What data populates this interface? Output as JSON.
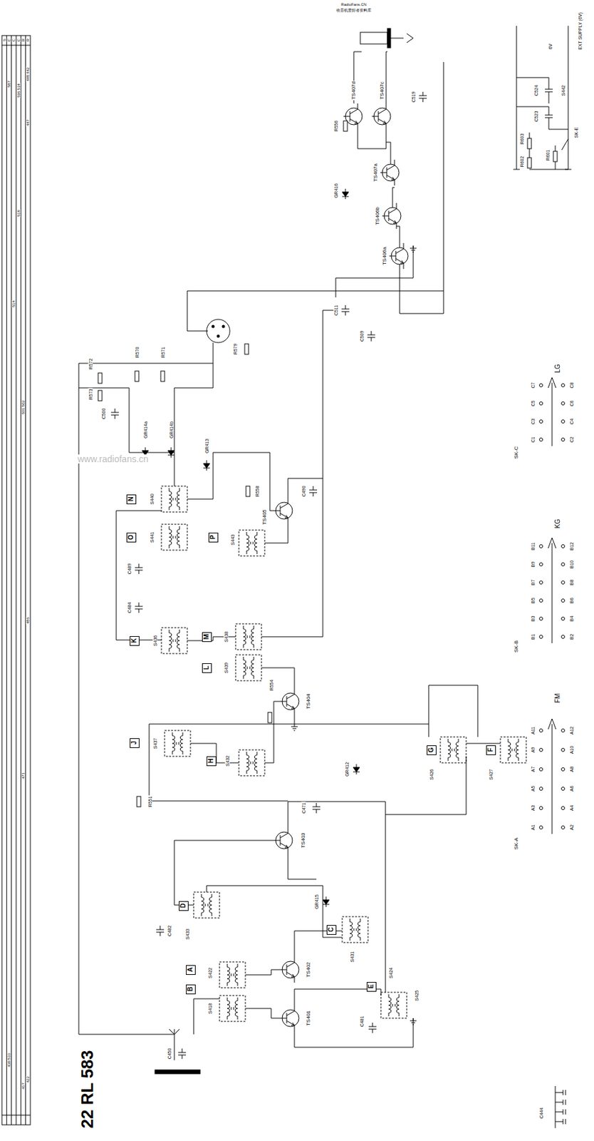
{
  "diagram": {
    "title": "22 RL 583",
    "nodes": [
      {
        "text": [
          "A"
        ]
      },
      {
        "text": [
          "B"
        ]
      },
      {
        "text": [
          "C"
        ]
      },
      {
        "text": [
          "D"
        ]
      },
      {
        "text": [
          "E"
        ]
      },
      {
        "text": [
          "F"
        ]
      },
      {
        "text": [
          "G"
        ]
      },
      {
        "text": [
          "H"
        ]
      },
      {
        "text": [
          "J"
        ]
      },
      {
        "text": [
          "K"
        ]
      },
      {
        "text": [
          "L"
        ]
      },
      {
        "text": [
          "M"
        ]
      },
      {
        "text": [
          "N"
        ]
      },
      {
        "text": [
          "O"
        ]
      },
      {
        "text": [
          "P"
        ]
      }
    ],
    "labels": [
      "RadioFans.CN",
      "收音机爱好者资料库",
      "www.radiofans.cn",
      "TS401",
      "TS402",
      "TS403",
      "TS404",
      "TS405",
      "TS406a",
      "TS406b",
      "TS407a",
      "TS407c",
      "TS407d",
      "EXT SUPPLY (6V)",
      "FM",
      "SK-A",
      "A1",
      "A2",
      "A3",
      "A4",
      "A5",
      "A6",
      "A7",
      "A8",
      "A9",
      "A10",
      "A11",
      "A12",
      "KG",
      "SK-B",
      "B1",
      "B2",
      "B3",
      "B4",
      "B5",
      "B6",
      "B7",
      "B8",
      "B9",
      "B10",
      "B11",
      "B12",
      "LG",
      "SK-C",
      "C1",
      "C2",
      "C3",
      "C4",
      "C5",
      "C6",
      "C7",
      "C8",
      "6V",
      "C524",
      "C523",
      "S442",
      "SK-E",
      "R603",
      "R602",
      "R601",
      "S418",
      "S422",
      "C450",
      "S433",
      "C482",
      "GR415",
      "S431",
      "S424",
      "S425",
      "C481",
      "S437",
      "S432",
      "R551",
      "C471",
      "S427",
      "S426",
      "GR412",
      "S436",
      "S438",
      "S439",
      "C484",
      "R554",
      "S440",
      "S441",
      "S443",
      "C489",
      "R558",
      "C490",
      "GR414a",
      "GR414b",
      "GR413",
      "R570",
      "R571",
      "R572",
      "R573",
      "C500",
      "R579",
      "C511",
      "C509",
      "GR416",
      "R556",
      "C519",
      "C444",
      "S",
      "C",
      "C",
      "C",
      "R",
      "R",
      "448 442",
      "447",
      "596 534",
      "587",
      "518",
      "514",
      "501 502",
      "486",
      "471",
      "422",
      "417",
      "430 533"
    ]
  }
}
